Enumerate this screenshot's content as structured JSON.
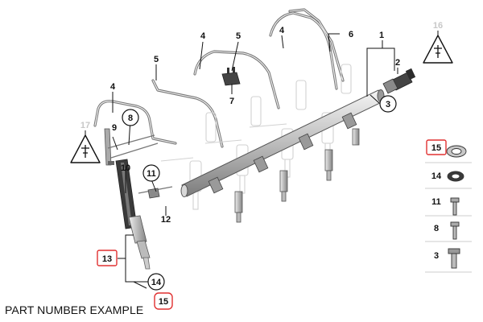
{
  "caption": "PART NUMBER EXAMPLE",
  "colors": {
    "highlight": "#e03030",
    "line": "#111111",
    "faded": "#c8c8c8"
  },
  "icons": [
    "warning-electrical-icon"
  ],
  "callouts": {
    "c1": "1",
    "c2": "2",
    "c3": "3",
    "c4a": "4",
    "c4b": "4",
    "c4c": "4",
    "c5a": "5",
    "c5b": "5",
    "c6": "6",
    "c7": "7",
    "c8": "8",
    "c9": "9",
    "c10": "10",
    "c11": "11",
    "c12": "12",
    "c13": "13",
    "c14": "14",
    "c15": "15",
    "c16": "16",
    "c17": "17"
  },
  "legend": [
    {
      "label": "15",
      "highlighted": true
    },
    {
      "label": "14",
      "highlighted": false
    },
    {
      "label": "11",
      "highlighted": false
    },
    {
      "label": "8",
      "highlighted": false
    },
    {
      "label": "3",
      "highlighted": false
    }
  ]
}
